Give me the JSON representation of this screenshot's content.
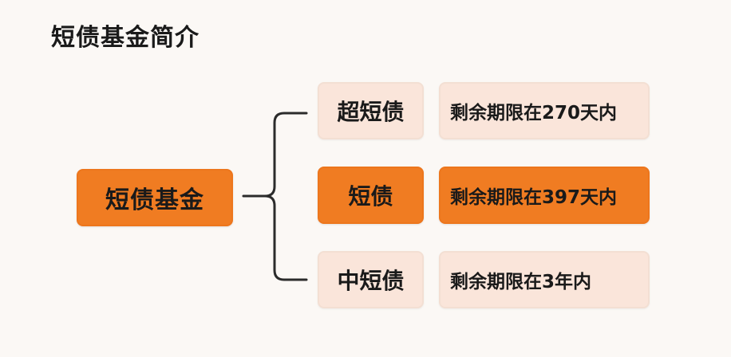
{
  "title": "短债基金简介",
  "colors": {
    "background": "#fbf8f5",
    "highlight": "#f07c22",
    "light_box": "#fae5da",
    "text": "#1a1a1a",
    "connector": "#2b2b2b"
  },
  "root": {
    "label": "短债基金"
  },
  "rows": [
    {
      "category": "超短债",
      "description": "剩余期限在270天内",
      "highlighted": false
    },
    {
      "category": "短债",
      "description": "剩余期限在397天内",
      "highlighted": true
    },
    {
      "category": "中短债",
      "description": "剩余期限在3年内",
      "highlighted": false
    }
  ]
}
